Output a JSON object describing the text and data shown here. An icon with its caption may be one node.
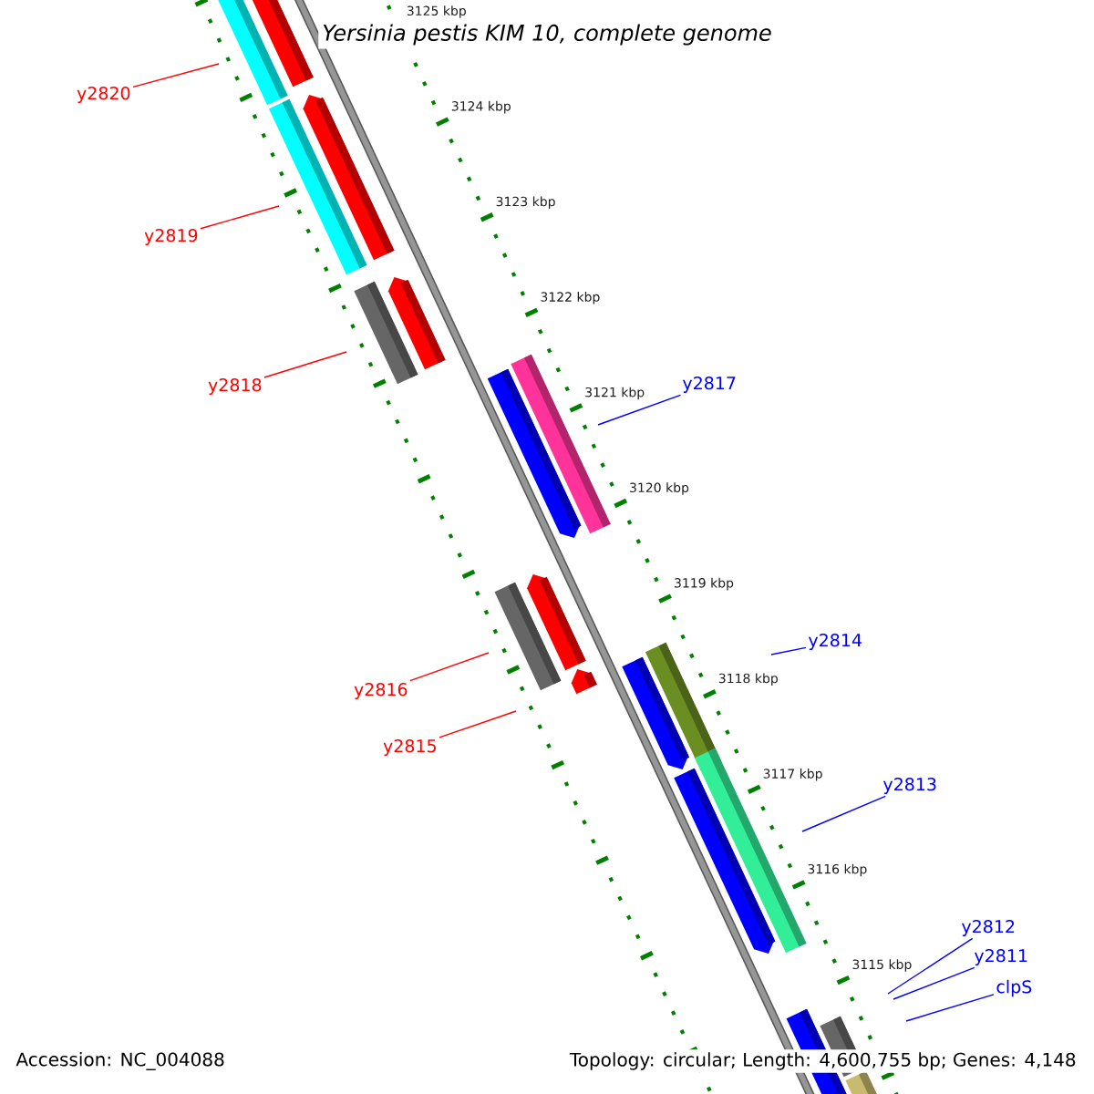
{
  "diagram": {
    "title": "Yersinia pestis KIM 10, complete genome",
    "nodes": [
      {
        "text": [
          "y2820"
        ]
      },
      {
        "text": [
          "y2819"
        ]
      },
      {
        "text": [
          "y2818"
        ]
      },
      {
        "text": [
          "y2817"
        ]
      },
      {
        "text": [
          "y2814"
        ]
      },
      {
        "text": [
          "y2816"
        ]
      },
      {
        "text": [
          "y2815"
        ]
      },
      {
        "text": [
          "y2813"
        ]
      },
      {
        "text": [
          "y2812"
        ]
      },
      {
        "text": [
          "y2811"
        ]
      },
      {
        "text": [
          "clpS"
        ]
      }
    ],
    "edges": [
      {
        "from": 0,
        "to": null,
        "arrow": "none",
        "color": "#ff0000"
      },
      {
        "from": 1,
        "to": null,
        "arrow": "none",
        "color": "#ff0000"
      },
      {
        "from": 2,
        "to": null,
        "arrow": "none",
        "color": "#ff0000"
      },
      {
        "from": 3,
        "to": null,
        "arrow": "none"
      },
      {
        "from": 4,
        "to": null,
        "arrow": "none"
      },
      {
        "from": 5,
        "to": null,
        "arrow": "none",
        "color": "#ff0000"
      },
      {
        "from": 6,
        "to": null,
        "arrow": "none",
        "color": "#ff0000"
      },
      {
        "from": 7,
        "to": null,
        "arrow": "none"
      },
      {
        "from": 8,
        "to": null,
        "arrow": "none"
      },
      {
        "from": 9,
        "to": null,
        "arrow": "none"
      },
      {
        "from": 10,
        "to": null,
        "arrow": "none"
      }
    ],
    "labels": [
      "3125 kbp",
      "3124 kbp",
      "3123 kbp",
      "3122 kbp",
      "3121 kbp",
      "3120 kbp",
      "3119 kbp",
      "3118 kbp",
      "3117 kbp",
      "3116 kbp",
      "3115 kbp",
      "Accession: NC_004088",
      "Topology: circular; Length: 4,600,755 bp; Genes: 4,148"
    ]
  }
}
